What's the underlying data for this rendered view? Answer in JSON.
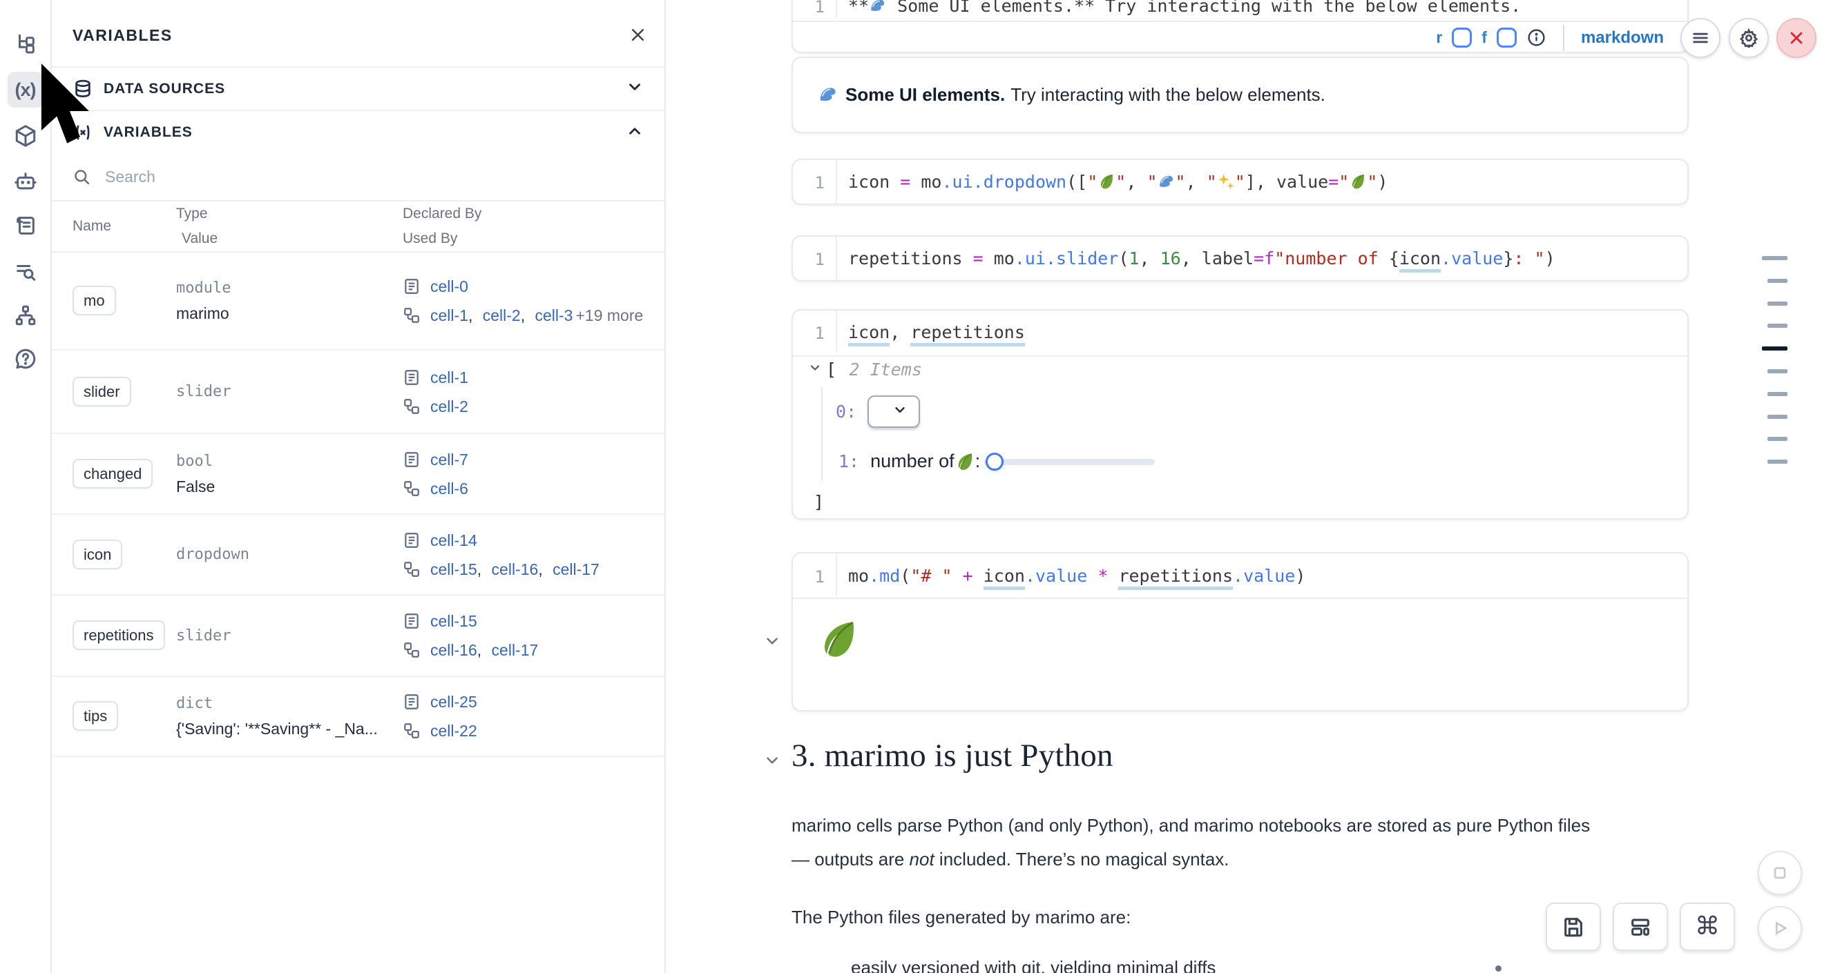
{
  "colors": {
    "accent_blue": "#2477c8",
    "link_blue": "#3567b4",
    "danger_red": "#d9262c",
    "slider_accent": "#3f7df6",
    "active_bar": "#101c30"
  },
  "sidebar": {
    "variables_glyph": "(x)",
    "icons": [
      "file-tree-icon",
      "variables-icon",
      "package-icon",
      "robot-icon",
      "scroll-icon",
      "search-list-icon",
      "sitemap-icon",
      "help-icon"
    ]
  },
  "panel": {
    "title": "VARIABLES",
    "close_icon": "close-icon",
    "sections": {
      "data_sources": "DATA SOURCES",
      "variables": "VARIABLES"
    },
    "search": {
      "placeholder": "Search"
    },
    "table": {
      "headers": {
        "name": "Name",
        "type": "Type",
        "value": "Value",
        "declared": "Declared By",
        "used": "Used By"
      },
      "rows": [
        {
          "name": "mo",
          "type": "module",
          "value": "marimo",
          "declared": [
            "cell-0"
          ],
          "used": [
            "cell-1",
            "cell-2",
            "cell-3"
          ],
          "used_extra": "+19 more"
        },
        {
          "name": "slider",
          "type": "slider",
          "value": "",
          "declared": [
            "cell-1"
          ],
          "used": [
            "cell-2"
          ],
          "used_extra": ""
        },
        {
          "name": "changed",
          "type": "bool",
          "value": "False",
          "declared": [
            "cell-7"
          ],
          "used": [
            "cell-6"
          ],
          "used_extra": ""
        },
        {
          "name": "icon",
          "type": "dropdown",
          "value": "",
          "declared": [
            "cell-14"
          ],
          "used": [
            "cell-15",
            "cell-16",
            "cell-17"
          ],
          "used_extra": ""
        },
        {
          "name": "repetitions",
          "type": "slider",
          "value": "",
          "declared": [
            "cell-15"
          ],
          "used": [
            "cell-16",
            "cell-17"
          ],
          "used_extra": ""
        },
        {
          "name": "tips",
          "type": "dict",
          "value": "{'Saving': '**Saving** - _Na...",
          "declared": [
            "cell-25"
          ],
          "used": [
            "cell-22"
          ],
          "used_extra": ""
        }
      ]
    }
  },
  "notebook": {
    "cut_cell": {
      "line_no": "1",
      "tokens": [
        {
          "s": "p",
          "t": "**"
        },
        {
          "i": "wave"
        },
        {
          "s": "p",
          "t": " Some UI elements.** Try interacting with the below elements."
        }
      ],
      "footer": {
        "r_label": "r",
        "f_label": "f",
        "lang": "markdown"
      }
    },
    "md_output": {
      "bold": "Some UI elements.",
      "rest": "Try interacting with the below elements."
    },
    "cell_dropdown": {
      "line_no": "1",
      "tokens": [
        {
          "s": "p",
          "t": "icon "
        },
        {
          "s": "o",
          "t": "="
        },
        {
          "s": "p",
          "t": " mo"
        },
        {
          "s": "m",
          "t": ".ui.dropdown"
        },
        {
          "s": "p",
          "t": "(["
        },
        {
          "s": "s",
          "t": "\""
        },
        {
          "i": "leaf"
        },
        {
          "s": "s",
          "t": "\""
        },
        {
          "s": "p",
          "t": ", "
        },
        {
          "s": "s",
          "t": "\""
        },
        {
          "i": "wave"
        },
        {
          "s": "s",
          "t": "\""
        },
        {
          "s": "p",
          "t": ", "
        },
        {
          "s": "s",
          "t": "\""
        },
        {
          "i": "sparkles"
        },
        {
          "s": "s",
          "t": "\""
        },
        {
          "s": "p",
          "t": "], value"
        },
        {
          "s": "o",
          "t": "="
        },
        {
          "s": "s",
          "t": "\""
        },
        {
          "i": "leaf"
        },
        {
          "s": "s",
          "t": "\""
        },
        {
          "s": "p",
          "t": ")"
        }
      ]
    },
    "cell_slider": {
      "line_no": "1",
      "tokens": [
        {
          "s": "p",
          "t": "repetitions "
        },
        {
          "s": "o",
          "t": "="
        },
        {
          "s": "p",
          "t": " mo"
        },
        {
          "s": "m",
          "t": ".ui.slider"
        },
        {
          "s": "p",
          "t": "("
        },
        {
          "s": "n",
          "t": "1"
        },
        {
          "s": "p",
          "t": ", "
        },
        {
          "s": "n",
          "t": "16"
        },
        {
          "s": "p",
          "t": ", label"
        },
        {
          "s": "o",
          "t": "="
        },
        {
          "s": "o",
          "t": "f"
        },
        {
          "s": "s",
          "t": "\"number of "
        },
        {
          "s": "p",
          "t": "{"
        },
        {
          "s": "u",
          "t": "icon"
        },
        {
          "s": "m",
          "t": ".value"
        },
        {
          "s": "p",
          "t": "}"
        },
        {
          "s": "s",
          "t": ": \""
        },
        {
          "s": "p",
          "t": ")"
        }
      ]
    },
    "cell_tuple": {
      "line_no": "1",
      "tokens": [
        {
          "s": "u",
          "t": "icon"
        },
        {
          "s": "p",
          "t": ", "
        },
        {
          "s": "u",
          "t": "repetitions"
        }
      ]
    },
    "items_output": {
      "open_bracket": "[",
      "count": "2 Items",
      "idx0": "0:",
      "idx1": "1:",
      "slider_label": "number of ",
      "slider_colon": ": ",
      "close_bracket": "]"
    },
    "cell_md": {
      "line_no": "1",
      "tokens": [
        {
          "s": "p",
          "t": "mo"
        },
        {
          "s": "m",
          "t": ".md"
        },
        {
          "s": "p",
          "t": "("
        },
        {
          "s": "s",
          "t": "\"# \""
        },
        {
          "s": "p",
          "t": " "
        },
        {
          "s": "o",
          "t": "+"
        },
        {
          "s": "p",
          "t": " "
        },
        {
          "s": "u",
          "t": "icon"
        },
        {
          "s": "m",
          "t": ".value"
        },
        {
          "s": "p",
          "t": " "
        },
        {
          "s": "o",
          "t": "*"
        },
        {
          "s": "p",
          "t": " "
        },
        {
          "s": "u",
          "t": "repetitions"
        },
        {
          "s": "m",
          "t": ".value"
        },
        {
          "s": "p",
          "t": ")"
        }
      ]
    },
    "section3": {
      "heading": "3. marimo is just Python",
      "p1_line1": "marimo cells parse Python (and only Python), and marimo notebooks are stored as pure Python files",
      "p1_line2_pre": "— outputs are ",
      "p1_line2_em": "not",
      "p1_line2_post": " included. There’s no magical syntax.",
      "p2": "The Python files generated by marimo are:",
      "bullet1": "easily versioned with git, yielding minimal diffs"
    }
  },
  "minimap": {
    "bars": [
      {
        "long": true,
        "active": false
      },
      {
        "long": false,
        "active": false
      },
      {
        "long": false,
        "active": false
      },
      {
        "long": false,
        "active": false
      },
      {
        "long": true,
        "active": true
      },
      {
        "long": false,
        "active": false
      },
      {
        "long": false,
        "active": false
      },
      {
        "long": false,
        "active": false
      },
      {
        "long": false,
        "active": false
      },
      {
        "long": false,
        "active": false
      }
    ]
  }
}
